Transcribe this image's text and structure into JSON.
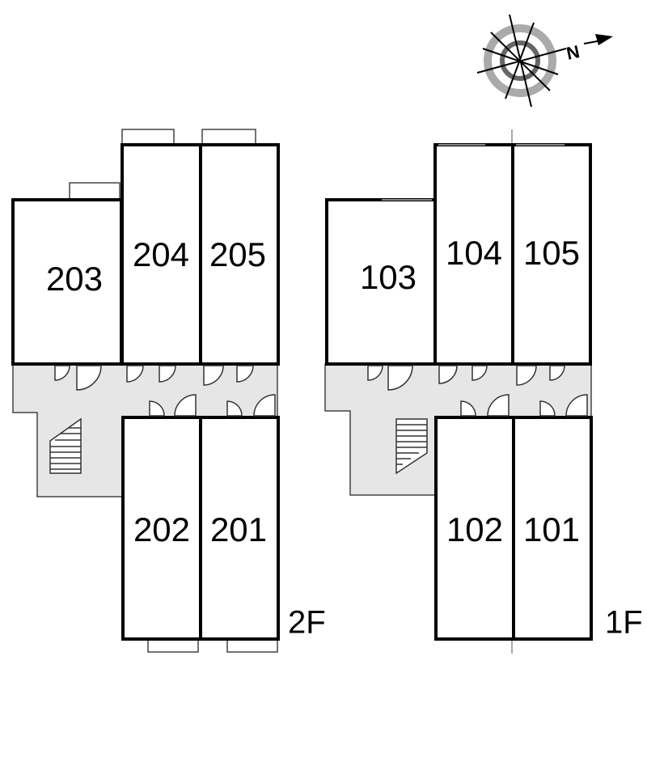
{
  "floors": {
    "second": {
      "label": "2F",
      "rooms": {
        "r203": "203",
        "r204": "204",
        "r205": "205",
        "r202": "202",
        "r201": "201"
      }
    },
    "first": {
      "label": "1F",
      "rooms": {
        "r103": "103",
        "r104": "104",
        "r105": "105",
        "r102": "102",
        "r101": "101"
      }
    }
  },
  "compass": {
    "north_label": "N",
    "icon": "north-arrow-icon"
  },
  "colors": {
    "wall": "#000000",
    "corridor": "#e6e6e6"
  }
}
